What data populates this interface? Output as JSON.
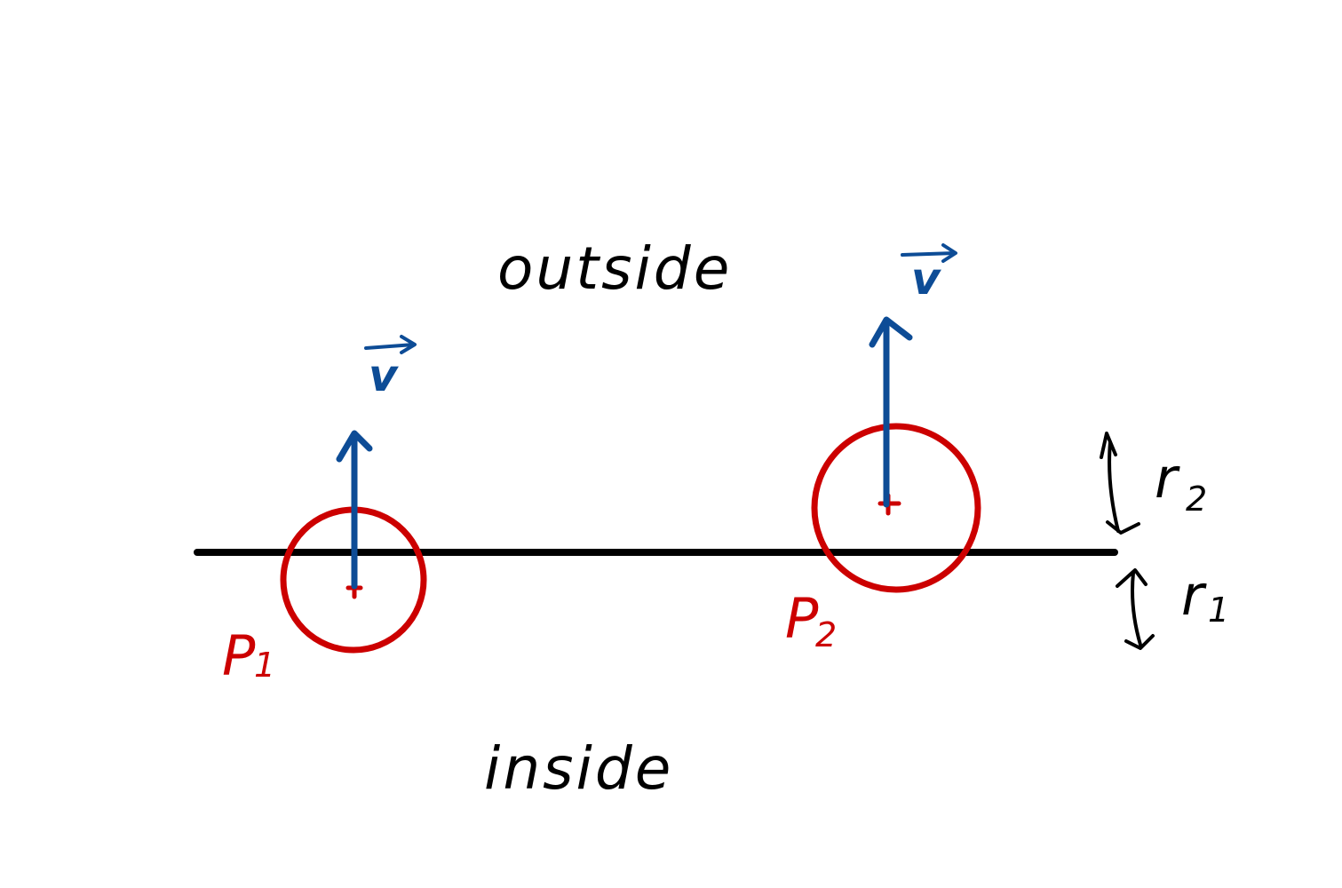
{
  "labels": {
    "outside": "outside",
    "inside": "inside",
    "p1": "P",
    "p1_sub": "1",
    "p2": "P",
    "p2_sub": "2",
    "v1": "v",
    "v2": "v",
    "r1": "r",
    "r1_sub": "1",
    "r2": "r",
    "r2_sub": "2"
  },
  "colors": {
    "boundary": "#000000",
    "circle": "#cc0000",
    "vector": "#0d4c96",
    "text": "#000000"
  }
}
